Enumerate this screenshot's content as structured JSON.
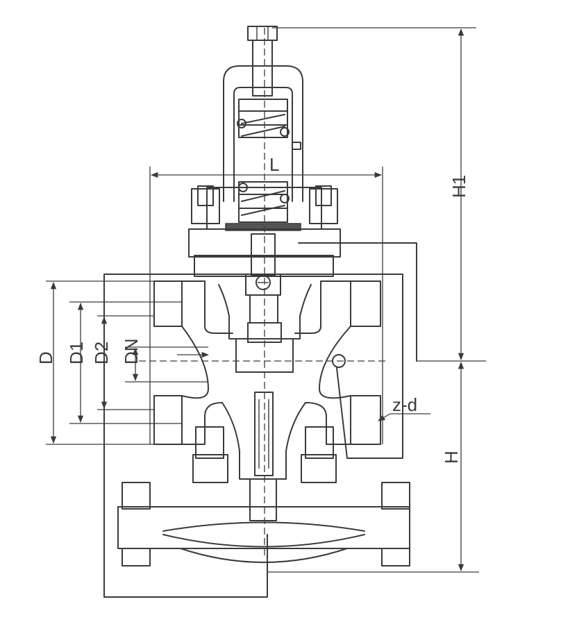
{
  "labels": {
    "L": "L",
    "H1": "H1",
    "H": "H",
    "D": "D",
    "D1": "D1",
    "D2": "D2",
    "DN": "DN",
    "zd": "z-d"
  },
  "colors": {
    "line": "#3a3a3a",
    "background": "#ffffff",
    "gasket": "#555555"
  }
}
